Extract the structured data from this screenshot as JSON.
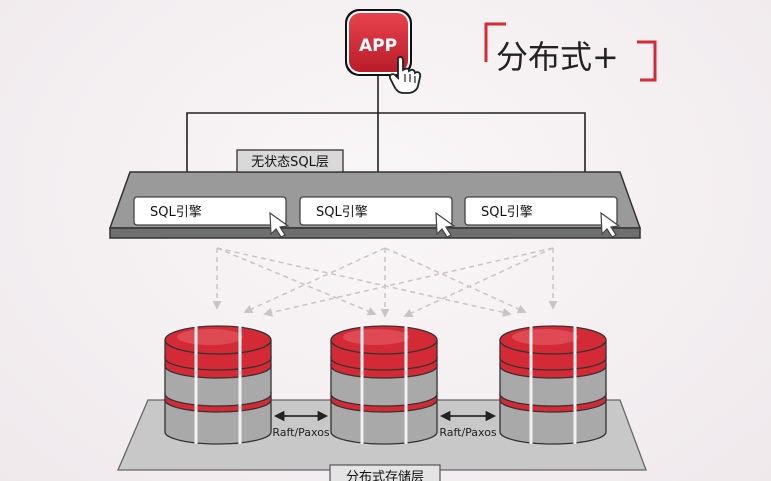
{
  "title": "分布式+",
  "app": {
    "label": "APP"
  },
  "sql_layer": {
    "label": "无状态SQL层",
    "engines": [
      {
        "label": "SQL引擎"
      },
      {
        "label": "SQL引擎"
      },
      {
        "label": "SQL引擎"
      }
    ]
  },
  "storage_layer": {
    "label": "分布式存储层",
    "links": [
      {
        "label": "Raft/Paxos"
      },
      {
        "label": "Raft/Paxos"
      }
    ]
  },
  "colors": {
    "accent": "#d42a36",
    "panel": "#9a9a9a",
    "panel_dark": "#6f6f6f",
    "line": "#222222",
    "dashed": "#c8c4c6"
  }
}
